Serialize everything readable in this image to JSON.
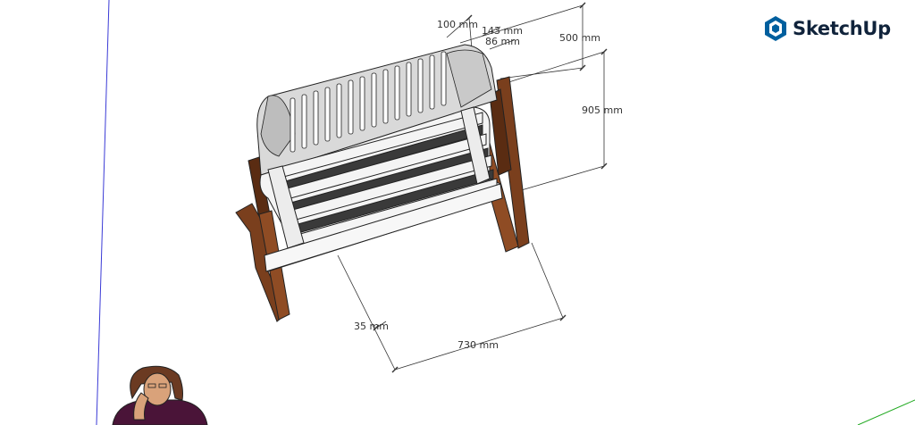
{
  "app": {
    "name": "SketchUp"
  },
  "colors": {
    "brand": "#10233b",
    "brand_cube": "#005f9e",
    "wood": "#7a3f1d",
    "wood_dark": "#5a2c12",
    "wood_light": "#8f4c24",
    "fabric": "#d9d9d9",
    "fabric_dark": "#bdbdbd",
    "white_part": "#f4f4f4",
    "dim_line": "#333333",
    "axis_blue": "#3b3bd6",
    "axis_green": "#22aa22"
  },
  "dimensions": {
    "top_100": "100 mm",
    "top_143": "143 mm",
    "top_86": "86 mm",
    "height_500": "500 mm",
    "height_905": "905 mm",
    "leg_35": "35 mm",
    "width_730": "730 mm"
  },
  "icons": {
    "logo": "sketchup-logo-icon",
    "person": "scale-figure-icon"
  }
}
